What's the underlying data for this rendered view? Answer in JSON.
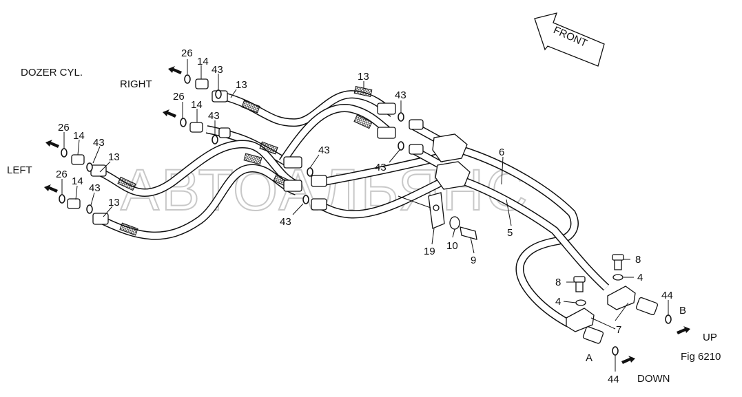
{
  "watermark": "АВТОАЛЬЯНС",
  "front_label": "FRONT",
  "figure_label": "Fig 6210",
  "group_labels": {
    "dozer_cyl": "DOZER CYL.",
    "right": "RIGHT",
    "left": "LEFT",
    "up": "UP",
    "down": "DOWN",
    "port_a": "A",
    "port_b": "B"
  },
  "callouts": {
    "c26a": "26",
    "c14a": "14",
    "c43a": "43",
    "c13a": "13",
    "c26b": "26",
    "c14b": "14",
    "c43b": "43",
    "c26c": "26",
    "c14c": "14",
    "c43c": "43",
    "c13c": "13",
    "c26d": "26",
    "c14d": "14",
    "c43d": "43",
    "c13d": "13",
    "c13e": "13",
    "c43e": "43",
    "c43f": "43",
    "c43g": "43",
    "c43h": "43",
    "c6": "6",
    "c5": "5",
    "c19": "19",
    "c10": "10",
    "c9": "9",
    "c8a": "8",
    "c4a": "4",
    "c8b": "8",
    "c4b": "4",
    "c7": "7",
    "c44a": "44",
    "c44b": "44"
  }
}
